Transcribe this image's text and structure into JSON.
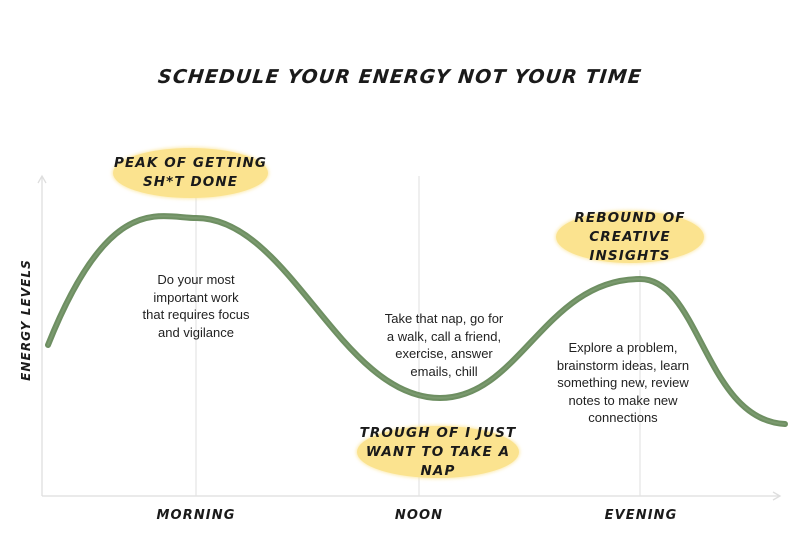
{
  "title": "SCHEDULE YOUR ENERGY NOT YOUR TIME",
  "y_axis_label": "ENERGY LEVELS",
  "x_axis_labels": [
    "MORNING",
    "NOON",
    "EVENING"
  ],
  "callouts": {
    "peak": [
      "PEAK OF GETTING",
      "SH*T DONE"
    ],
    "trough": [
      "TROUGH OF I JUST",
      "WANT TO TAKE A NAP"
    ],
    "rebound": [
      "REBOUND OF",
      "CREATIVE INSIGHTS"
    ]
  },
  "descriptions": {
    "morning": [
      "Do your most",
      "important work",
      "that requires focus",
      "and vigilance"
    ],
    "noon": [
      "Take that nap, go for",
      "a walk, call a friend,",
      "exercise, answer",
      "emails, chill"
    ],
    "evening": [
      "Explore a problem,",
      "brainstorm ideas, learn",
      "something new, review",
      "notes to make new",
      "connections"
    ]
  },
  "colors": {
    "curve": "#6e8f62",
    "callout_fill": "#fbe38f",
    "axis": "#dedede",
    "text": "#1a1a1a"
  },
  "icons": {
    "y_axis_end": "arrow-up-icon",
    "x_axis_end": "arrow-right-icon"
  }
}
